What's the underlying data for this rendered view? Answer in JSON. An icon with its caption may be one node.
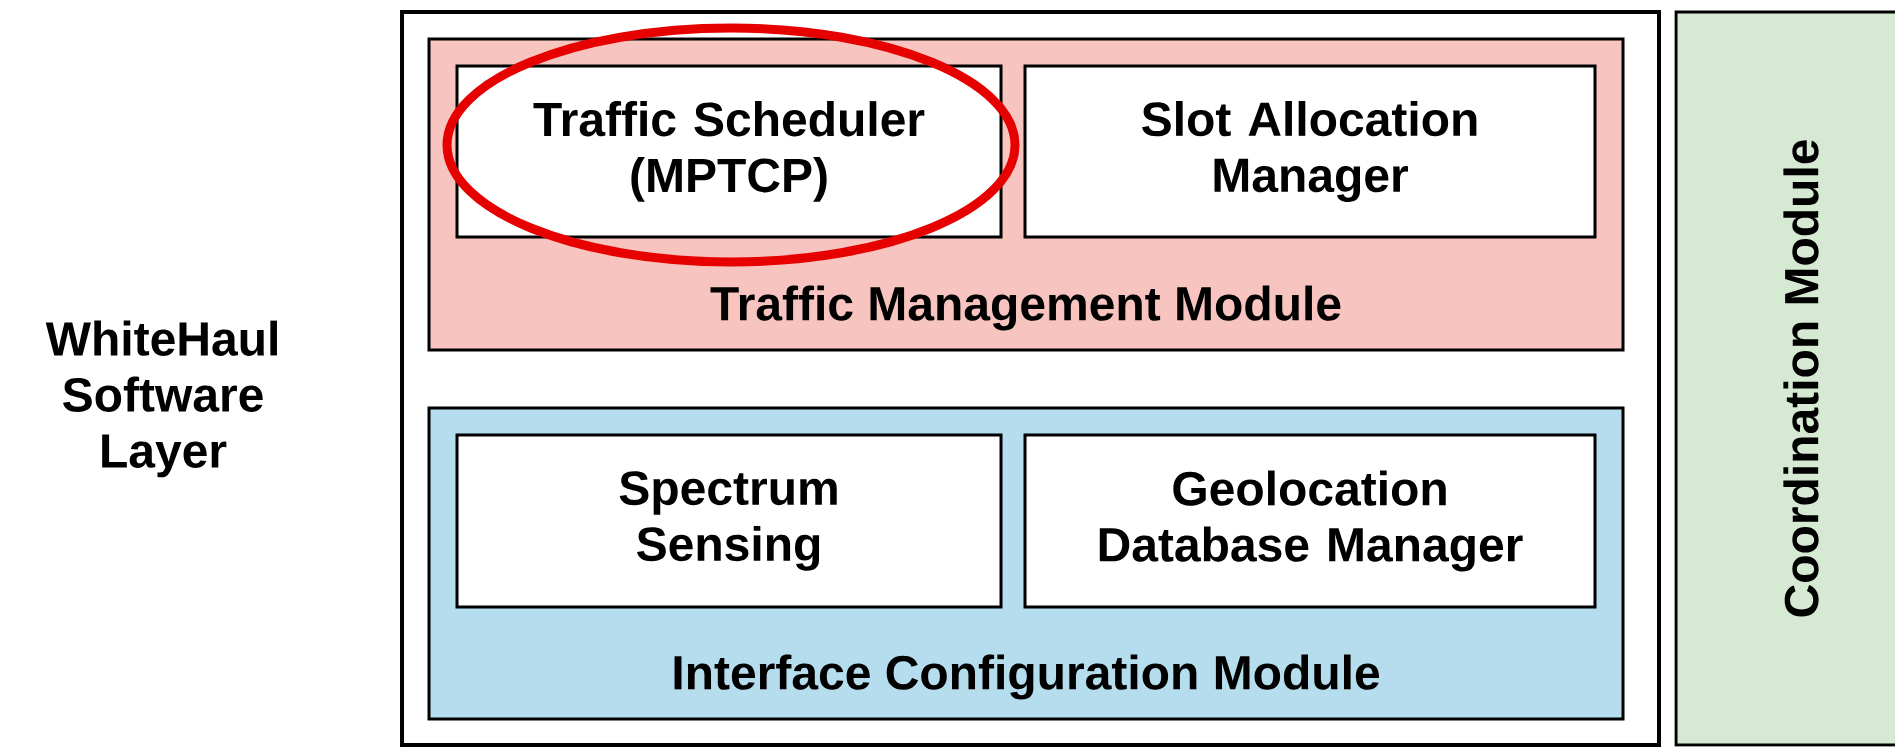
{
  "diagram": {
    "nodes": [
      {
        "text": [],
        "shape": "box"
      },
      {
        "text": [
          "Traffic Management Module"
        ],
        "in": 0
      },
      {
        "text": [
          "Traffic Scheduler (MPTCP)"
        ],
        "in": 1
      },
      {
        "text": [
          "Slot Allocation Manager"
        ],
        "in": 1
      },
      {
        "text": [
          "Interface Configuration Module"
        ],
        "in": 0
      },
      {
        "text": [
          "Spectrum Sensing"
        ],
        "in": 4
      },
      {
        "text": [
          "Geolocation Database Manager"
        ],
        "in": 4
      },
      {
        "text": [
          "Coordination Module"
        ]
      }
    ],
    "edges": [],
    "labels": [
      "WhiteHaul Software Layer"
    ]
  }
}
